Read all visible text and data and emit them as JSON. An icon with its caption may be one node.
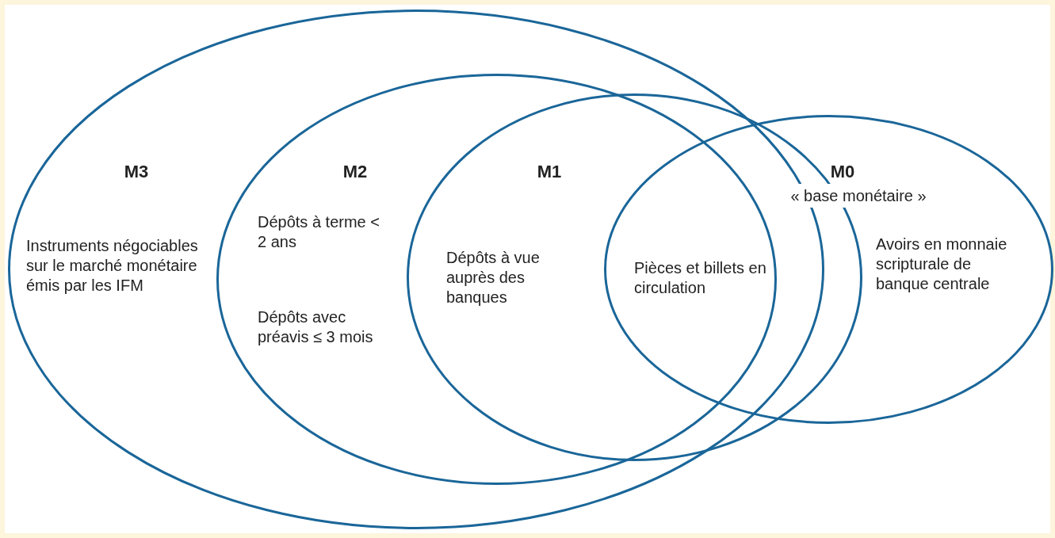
{
  "diagram": {
    "nodes": [
      {
        "text": [
          "M3",
          "Instruments négociables sur le marché monétaire émis par les IFM"
        ]
      },
      {
        "text": [
          "M2",
          "Dépôts à terme < 2 ans",
          "Dépôts avec préavis ≤ 3 mois"
        ],
        "in": 0
      },
      {
        "text": [
          "M1",
          "Dépôts à vue auprès des banques"
        ]
      },
      {
        "text": [
          "M0",
          "« base monétaire »",
          "Pièces et billets en circulation",
          "Avoirs en monnaie scripturale de banque centrale"
        ]
      }
    ]
  }
}
